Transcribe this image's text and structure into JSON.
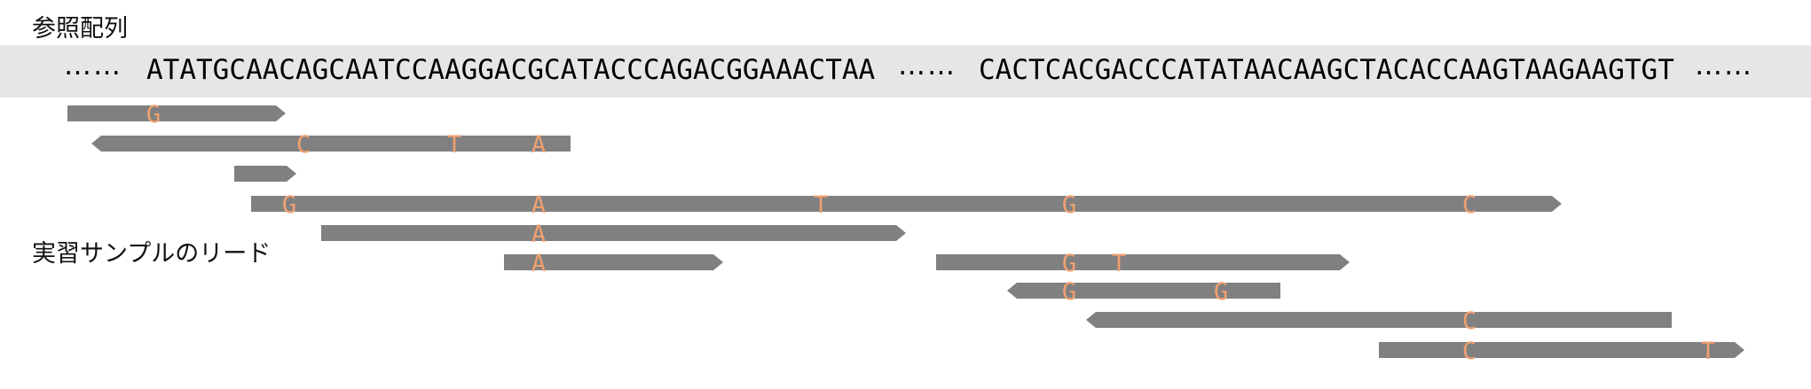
{
  "labels": {
    "reference": "参照配列",
    "sample": "実習サンプルのリード"
  },
  "reference": {
    "ellipsis": "……",
    "segment1": "ATATGCAACAGCAATCCAAGGACGCATACCCAGACGGAAACTAA",
    "segment2": "CACTCACGACCCATATAACAAGCTACACCAAGTAAGAAGTGT"
  },
  "colors": {
    "read": "#808080",
    "mismatch": "#f0a070",
    "reference_band": "#e6e6e6"
  },
  "reads": [
    {
      "direction": "forward",
      "mismatches": [
        "G"
      ]
    },
    {
      "direction": "reverse",
      "mismatches": [
        "C",
        "T",
        "A"
      ]
    },
    {
      "direction": "forward",
      "mismatches": []
    },
    {
      "direction": "forward",
      "mismatches": [
        "G",
        "A",
        "T",
        "G",
        "C"
      ]
    },
    {
      "direction": "forward",
      "mismatches": [
        "A"
      ]
    },
    {
      "direction": "forward",
      "mismatches": [
        "A"
      ]
    },
    {
      "direction": "forward",
      "mismatches": [
        "G",
        "T"
      ]
    },
    {
      "direction": "reverse",
      "mismatches": [
        "G",
        "G"
      ]
    },
    {
      "direction": "reverse",
      "mismatches": [
        "C"
      ]
    },
    {
      "direction": "forward",
      "mismatches": [
        "C",
        "T"
      ]
    }
  ]
}
